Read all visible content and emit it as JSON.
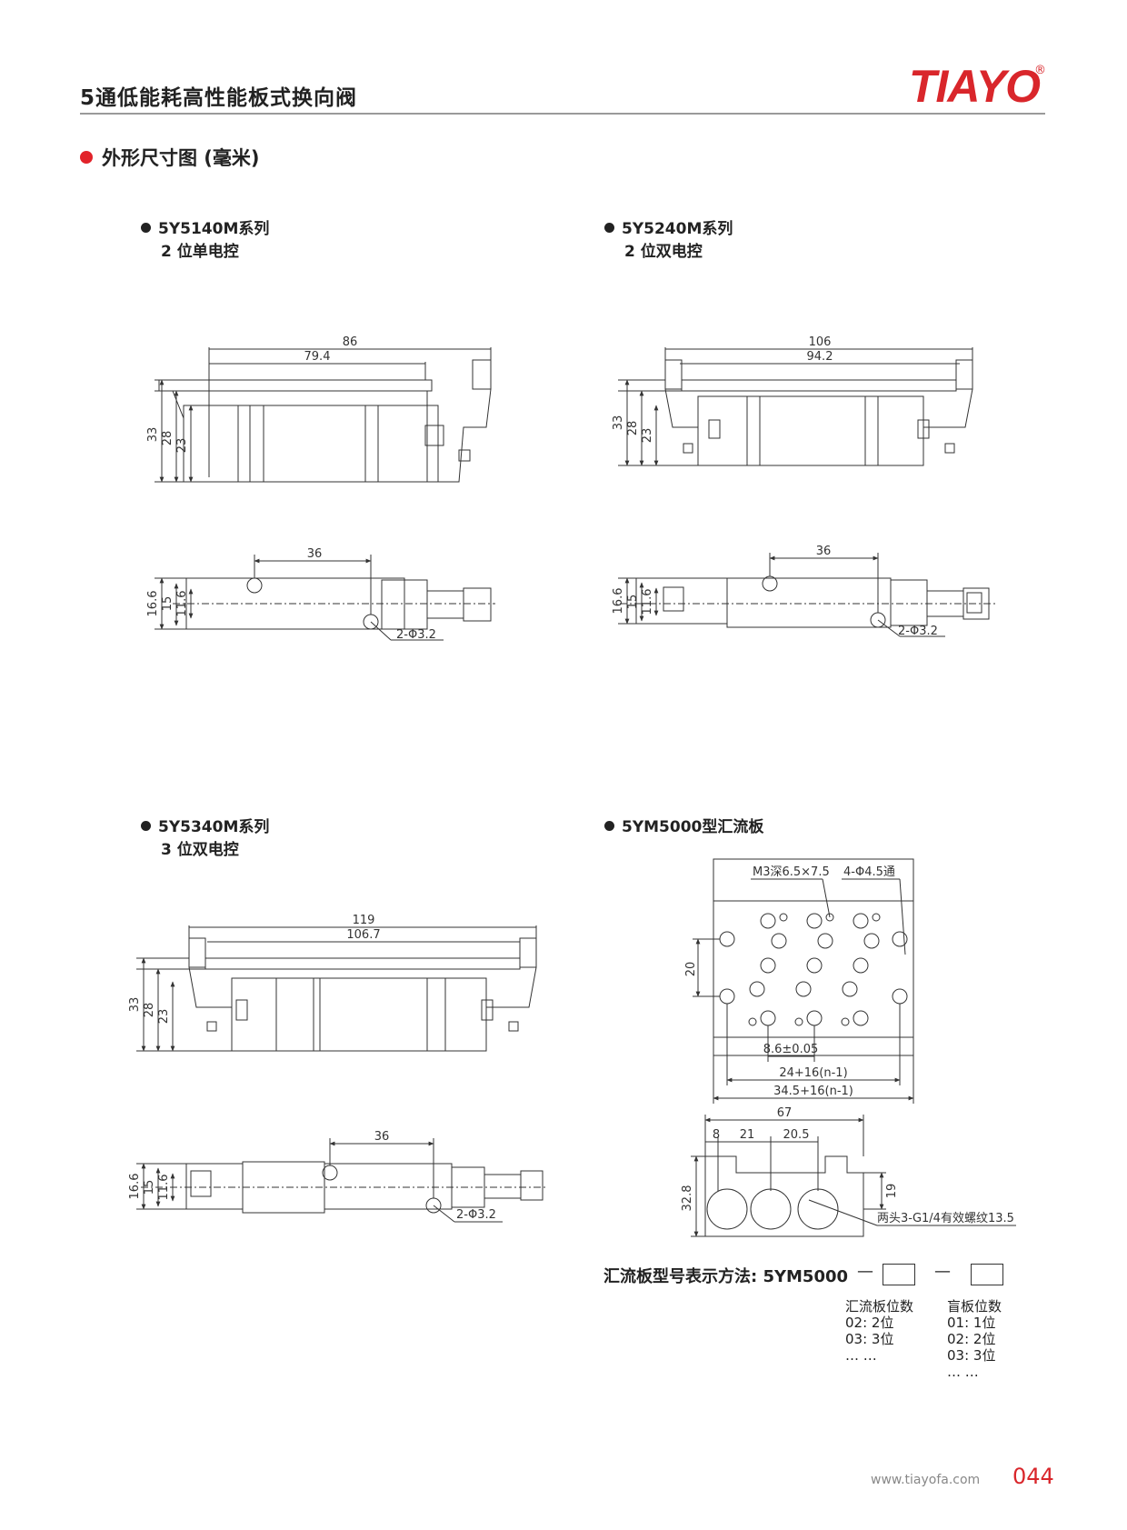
{
  "header": {
    "title": "5通低能耗高性能板式换向阀",
    "logo_text": "TIAYO",
    "logo_reg": "®",
    "brand_color": "#d9262b"
  },
  "section": {
    "title": "外形尺寸图 (毫米)"
  },
  "blocks": {
    "b1": {
      "title": "5Y5140M系列",
      "subtitle": "2 位单电控"
    },
    "b2": {
      "title": "5Y5240M系列",
      "subtitle": "2 位双电控"
    },
    "b3": {
      "title": "5Y5340M系列",
      "subtitle": "3 位双电控"
    },
    "b4": {
      "title": "5YM5000型汇流板"
    }
  },
  "dims": {
    "d86": "86",
    "d79_4": "79.4",
    "d33": "33",
    "d28": "28",
    "d23": "23",
    "d36": "36",
    "d16_6": "16.6",
    "d15": "15",
    "d11_6": "11.6",
    "hole": "2-Φ3.2",
    "d106": "106",
    "d94_2": "94.2",
    "d119": "119",
    "d106_7": "106.7",
    "m3": "M3深6.5×7.5",
    "phi45": "4-Φ4.5通",
    "d20": "20",
    "d8_6": "8.6±0.05",
    "pitch1": "24+16(n-1)",
    "pitch2": "34.5+16(n-1)",
    "d67": "67",
    "d8": "8",
    "d21": "21",
    "d20_5": "20.5",
    "d32_8": "32.8",
    "d19": "19",
    "thread": "两头3-G1/4有效螺纹13.5"
  },
  "model": {
    "label": "汇流板型号表示方法: 5YM5000",
    "dash": "—",
    "col1": [
      "汇流板位数",
      "02: 2位",
      "03: 3位",
      "… …"
    ],
    "col2": [
      "盲板位数",
      "01: 1位",
      "02: 2位",
      "03: 3位",
      "… …"
    ]
  },
  "footer": {
    "url": "www.tiayofa.com",
    "page": "044"
  }
}
